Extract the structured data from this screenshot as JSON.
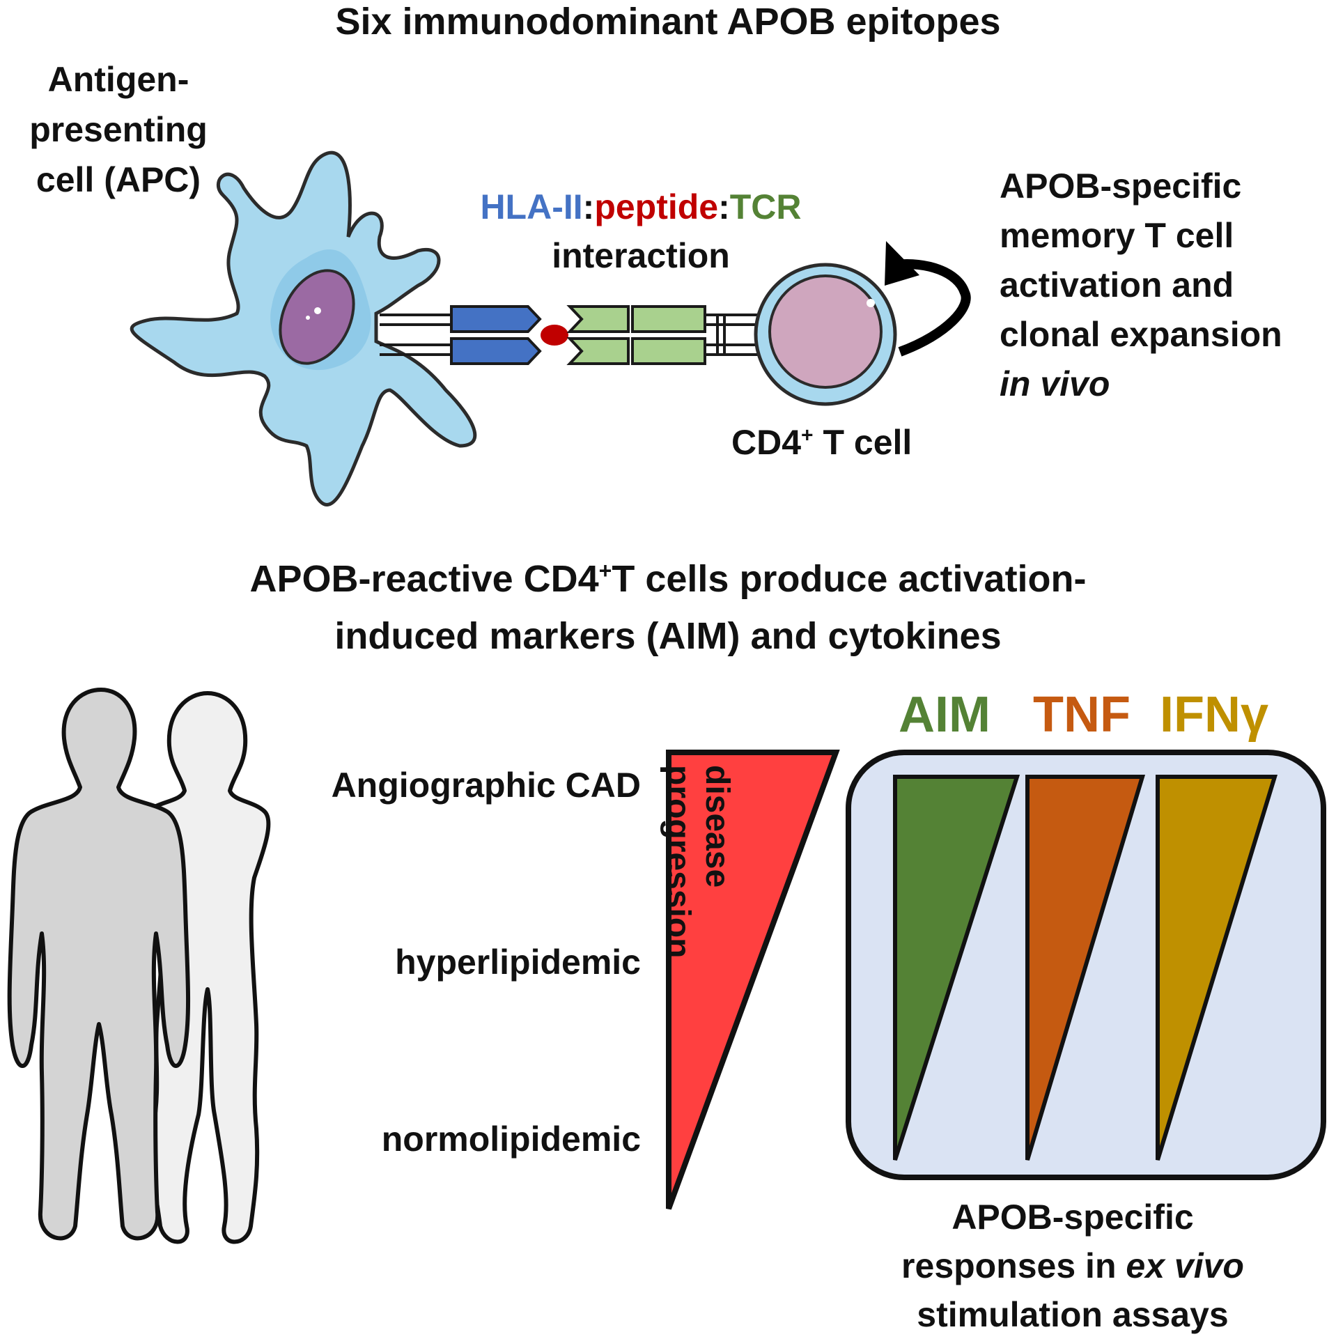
{
  "top_title": "Six immunodominant APOB epitopes",
  "apc_label": [
    "Antigen-",
    "presenting",
    "cell (APC)"
  ],
  "interaction": {
    "hla": "HLA-II",
    "sep1": ":",
    "peptide": "peptide",
    "sep2": ":",
    "tcr": "TCR",
    "line2": "interaction"
  },
  "memory_label": [
    "APOB-specific",
    "memory T cell",
    "activation and",
    "clonal expansion"
  ],
  "memory_label_italic": "in vivo",
  "tcell_label": {
    "main": "CD4",
    "sup": "+",
    "rest": " T cell"
  },
  "middle_title": {
    "line1_a": "APOB-reactive CD4",
    "line1_sup": "+",
    "line1_b": "T cells produce activation-",
    "line2": "induced markers (AIM) and cytokines"
  },
  "groups": [
    "Angiographic CAD",
    "hyperlipidemic",
    "normolipidemic"
  ],
  "disease_label": [
    "disease",
    "progression"
  ],
  "readouts": [
    {
      "label": "AIM",
      "color": "#548235"
    },
    {
      "label": "TNF",
      "color": "#c55a11"
    },
    {
      "label": "IFNγ",
      "color": "#bf9000"
    }
  ],
  "bottom_label": {
    "line1": "APOB-specific",
    "line2_a": "responses in ",
    "line2_i": "ex vivo",
    "line3": "stimulation assays"
  },
  "colors": {
    "hla": "#4472c4",
    "peptide": "#c00000",
    "tcr": "#548235",
    "apc_body": "#a8d8ee",
    "nucleus": "#9b6aa3",
    "tcell_body": "#cfa6be",
    "disease_triangle": "#ff4040",
    "panel_bg": "#dae3f3"
  }
}
